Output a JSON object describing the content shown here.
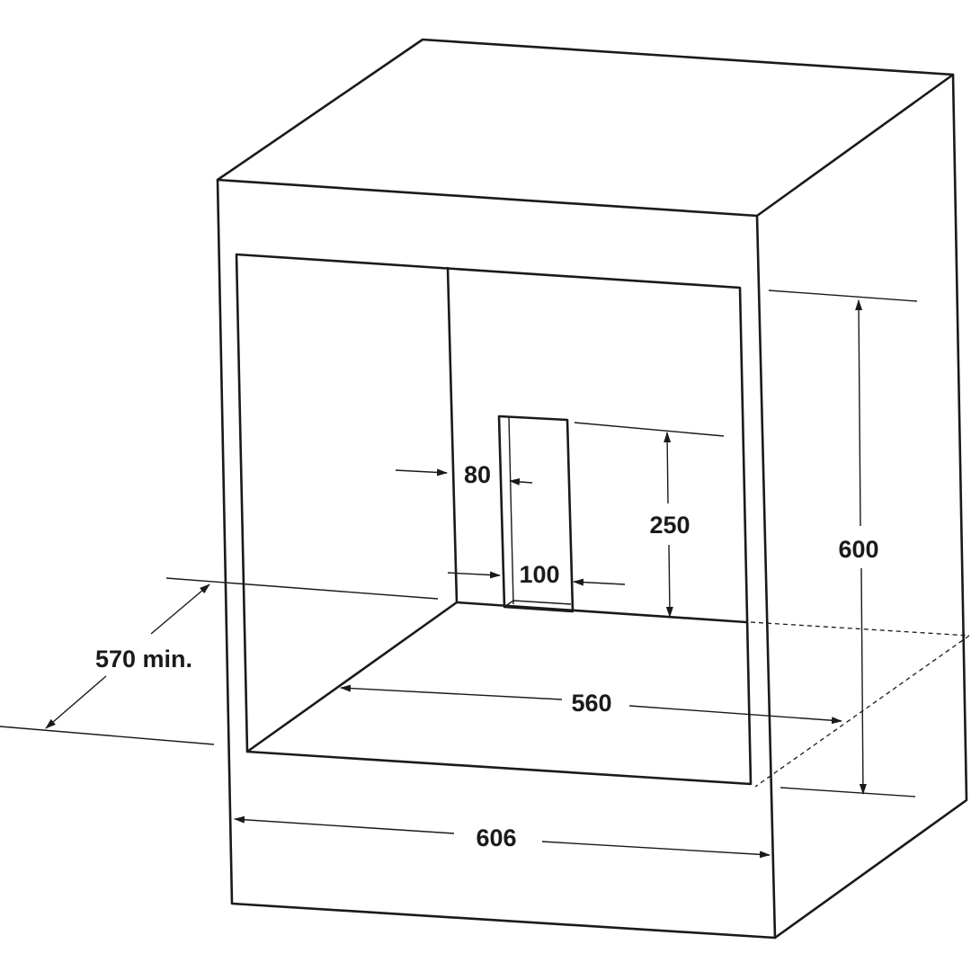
{
  "dimensions": {
    "cutout_offset": "80",
    "cutout_width": "100",
    "cutout_height": "250",
    "niche_height": "600",
    "niche_width": "560",
    "niche_depth": "570 min.",
    "cabinet_width": "606"
  }
}
